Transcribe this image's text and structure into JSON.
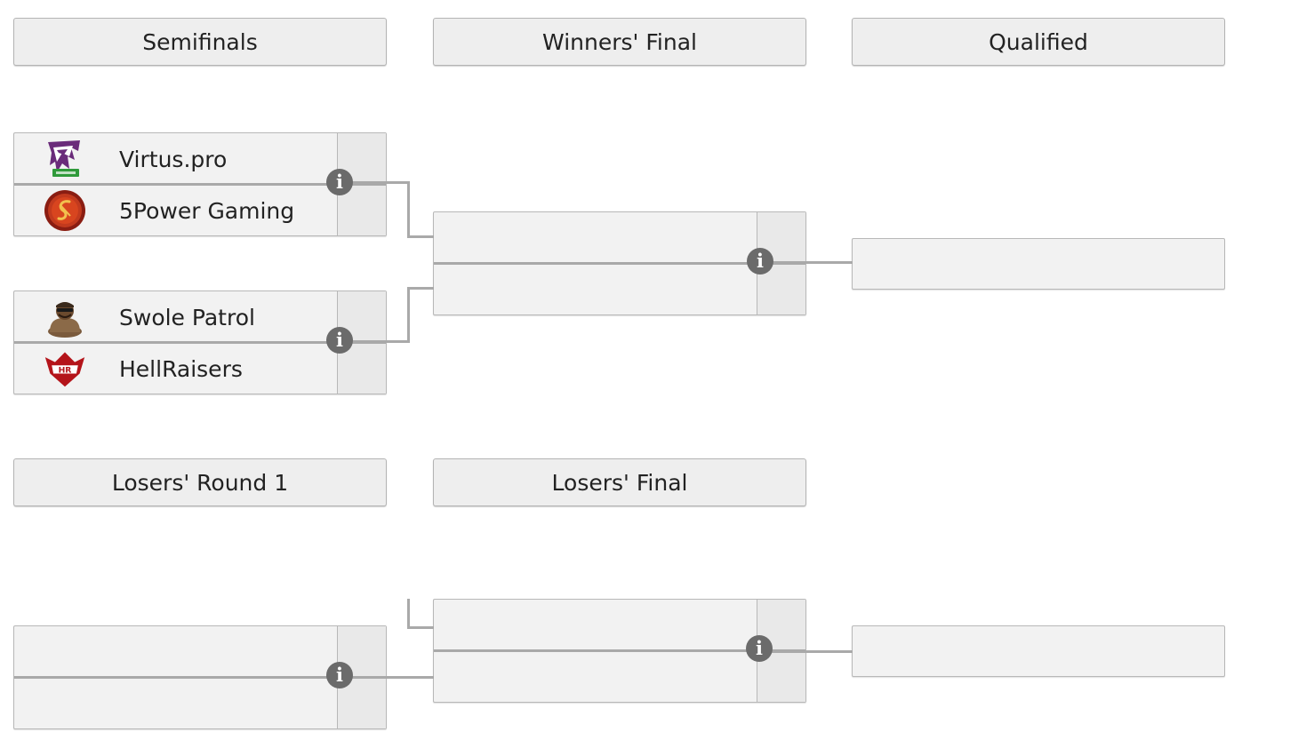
{
  "headers": {
    "semifinals": "Semifinals",
    "winners_final": "Winners' Final",
    "qualified": "Qualified",
    "losers_round1": "Losers' Round 1",
    "losers_final": "Losers' Final"
  },
  "semifinal_1": {
    "team1": {
      "name": "Virtus.pro",
      "logo": "virtus-pro-logo"
    },
    "team2": {
      "name": "5Power Gaming",
      "logo": "5power-gaming-logo"
    }
  },
  "semifinal_2": {
    "team1": {
      "name": "Swole Patrol",
      "logo": "swole-patrol-logo"
    },
    "team2": {
      "name": "HellRaisers",
      "logo": "hellraisers-logo"
    }
  },
  "info_icon_glyph": "i",
  "colors": {
    "header_bg": "#eeeeee",
    "match_bg": "#f2f2f2",
    "connector": "#a9a9a9",
    "info_icon": "#6b6b6b"
  }
}
